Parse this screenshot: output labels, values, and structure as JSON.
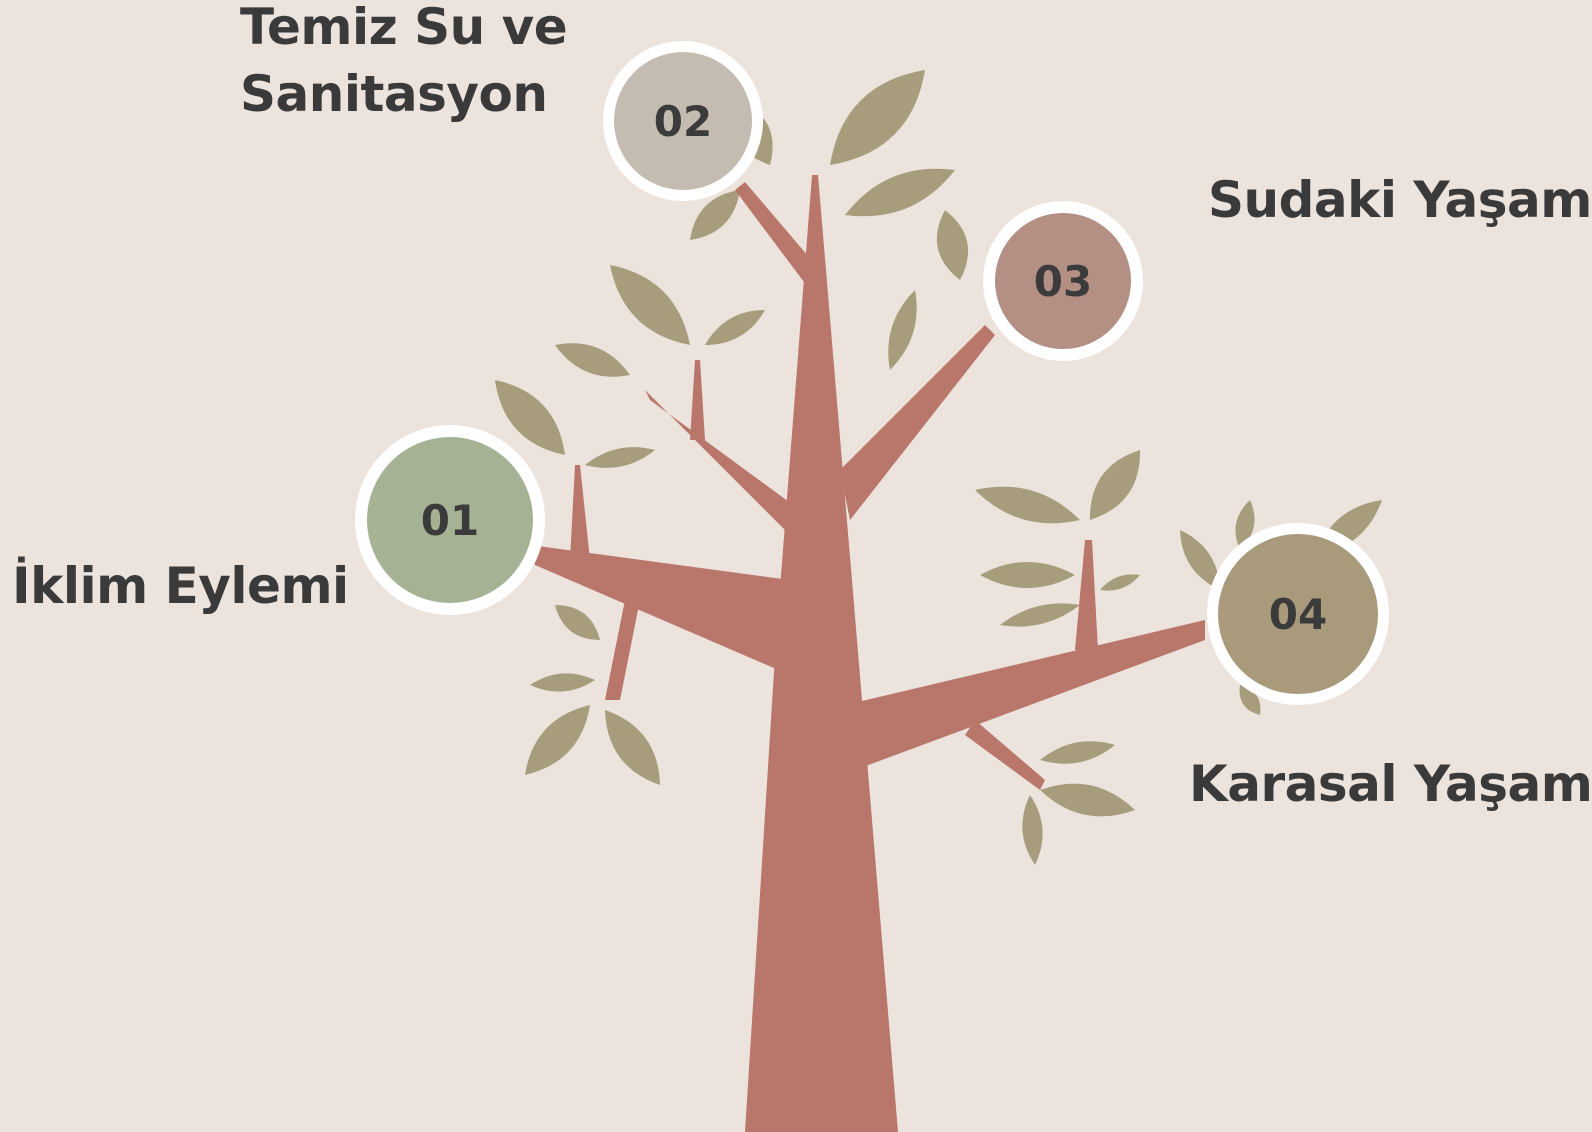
{
  "colors": {
    "background": "#ece3dd",
    "trunk": "#b9766b",
    "leaf": "#a79c7b",
    "ring": "#ffffff",
    "text": "#3a3a3a"
  },
  "items": [
    {
      "number": "01",
      "label": "İklim Eylemi",
      "fill": "#a5b293"
    },
    {
      "number": "02",
      "label_line1": "Temiz Su ve",
      "label_line2": "Sanitasyon",
      "fill": "#c5bcb1"
    },
    {
      "number": "03",
      "label": "Sudaki Yaşam",
      "fill": "#b38f84"
    },
    {
      "number": "04",
      "label": "Karasal Yaşam",
      "fill": "#a89a7a"
    }
  ]
}
